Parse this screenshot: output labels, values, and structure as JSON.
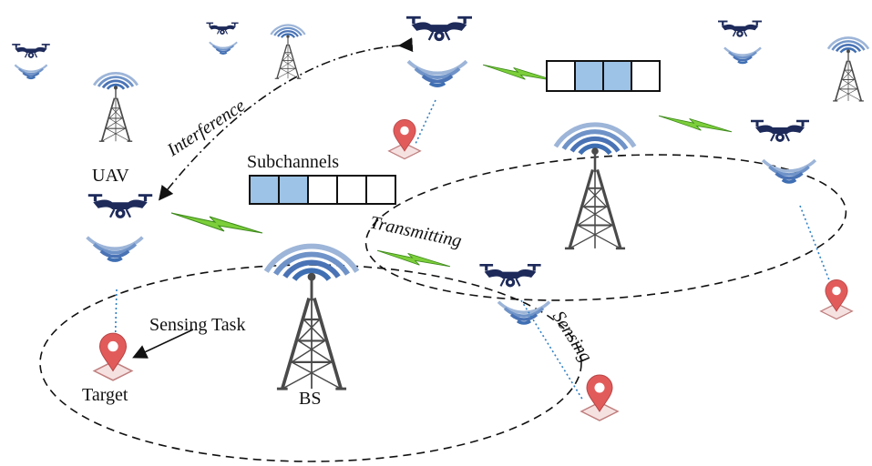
{
  "labels": {
    "uav": "UAV",
    "subchannels": "Subchannels",
    "interference": "Interference",
    "transmitting": "Transmitting",
    "sensing_task": "Sensing Task",
    "sensing": "Sensing",
    "target": "Target",
    "bs": "BS"
  },
  "subchannel_bars": [
    {
      "cells": [
        true,
        true,
        false,
        false,
        false
      ]
    },
    {
      "cells": [
        false,
        true,
        true,
        false
      ]
    }
  ],
  "colors": {
    "drone": "#1d2a5a",
    "wave": "#3f6fb3",
    "wave_light": "#9db5d8",
    "tower": "#4a4a4a",
    "link": "#7ccf3a",
    "link_stroke": "#3e8a1c",
    "pin": "#e25b5b",
    "pin_base": "#c07f7f",
    "subchannel_fill": "#9dc3e6",
    "sense_line": "#2f7fc4"
  }
}
